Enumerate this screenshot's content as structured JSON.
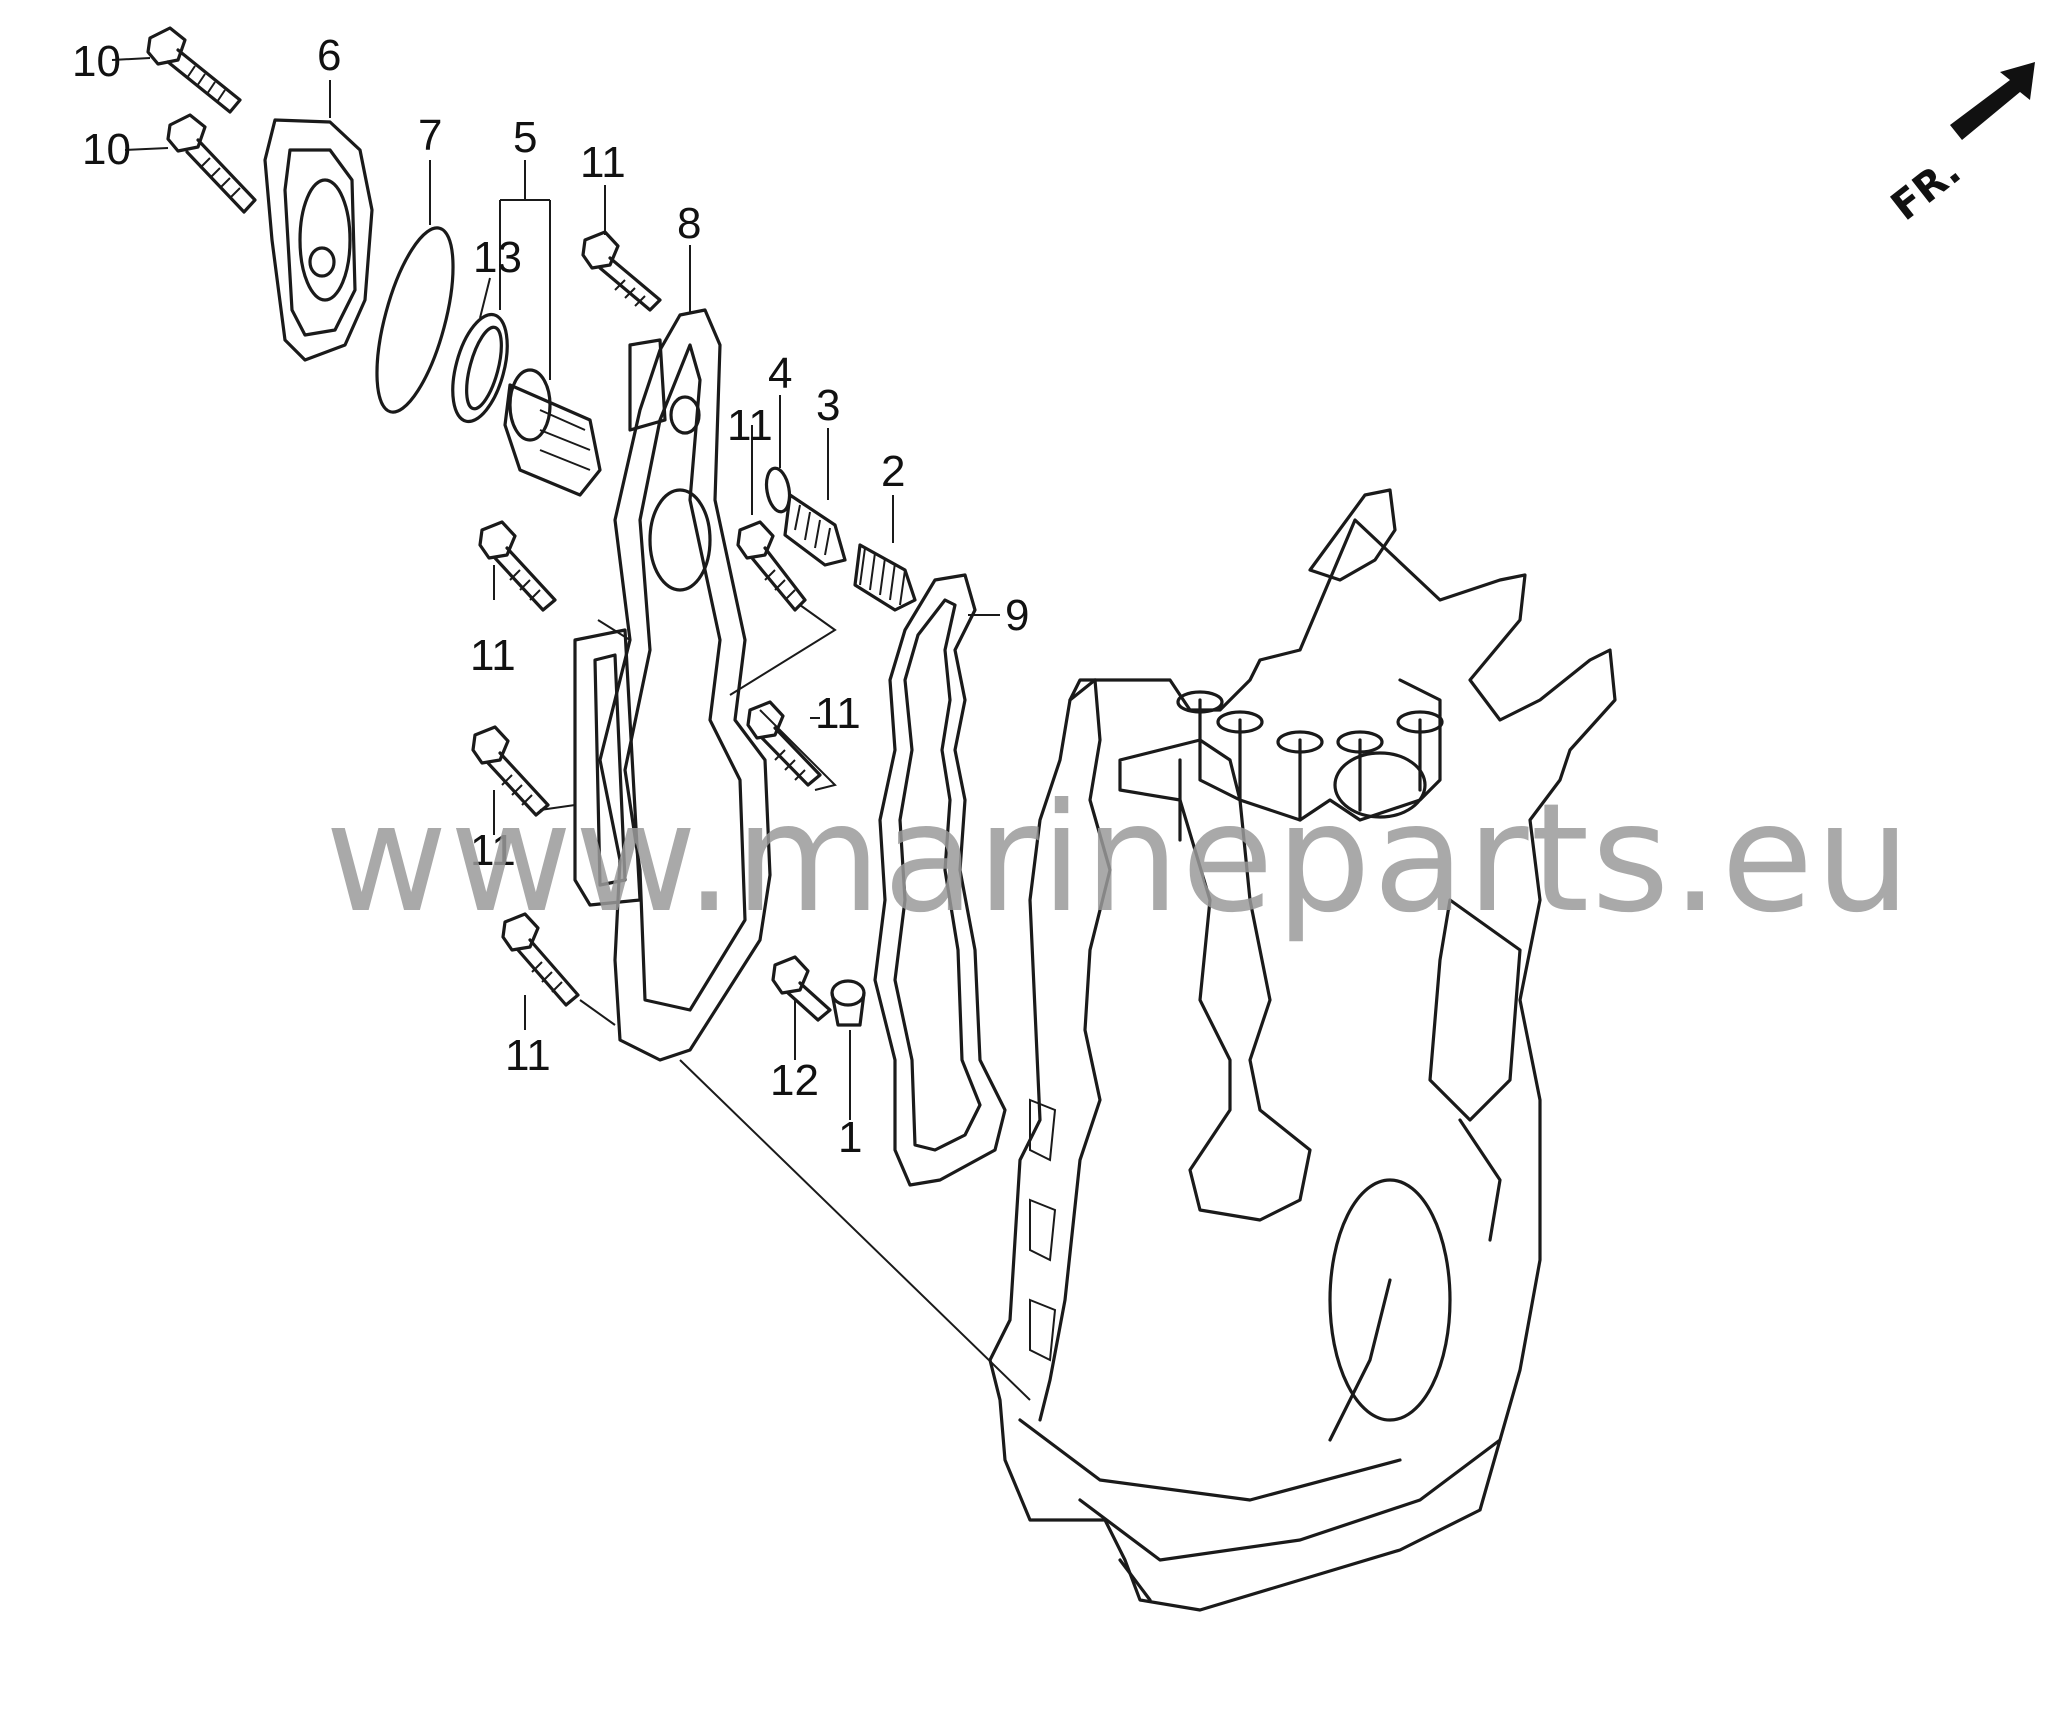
{
  "watermark": "www.marineparts.eu",
  "direction_badge": {
    "text": "FR.",
    "icon": "arrow-up-right-icon"
  },
  "callouts": {
    "c10a": "10",
    "c10b": "10",
    "c6": "6",
    "c7": "7",
    "c5": "5",
    "c13": "13",
    "c11a": "11",
    "c8": "8",
    "c4": "4",
    "c3": "3",
    "c11b": "11",
    "c2": "2",
    "c9": "9",
    "c11c": "11",
    "c11d": "11",
    "c11e": "11",
    "c11f": "11",
    "c12": "12",
    "c1": "1"
  }
}
